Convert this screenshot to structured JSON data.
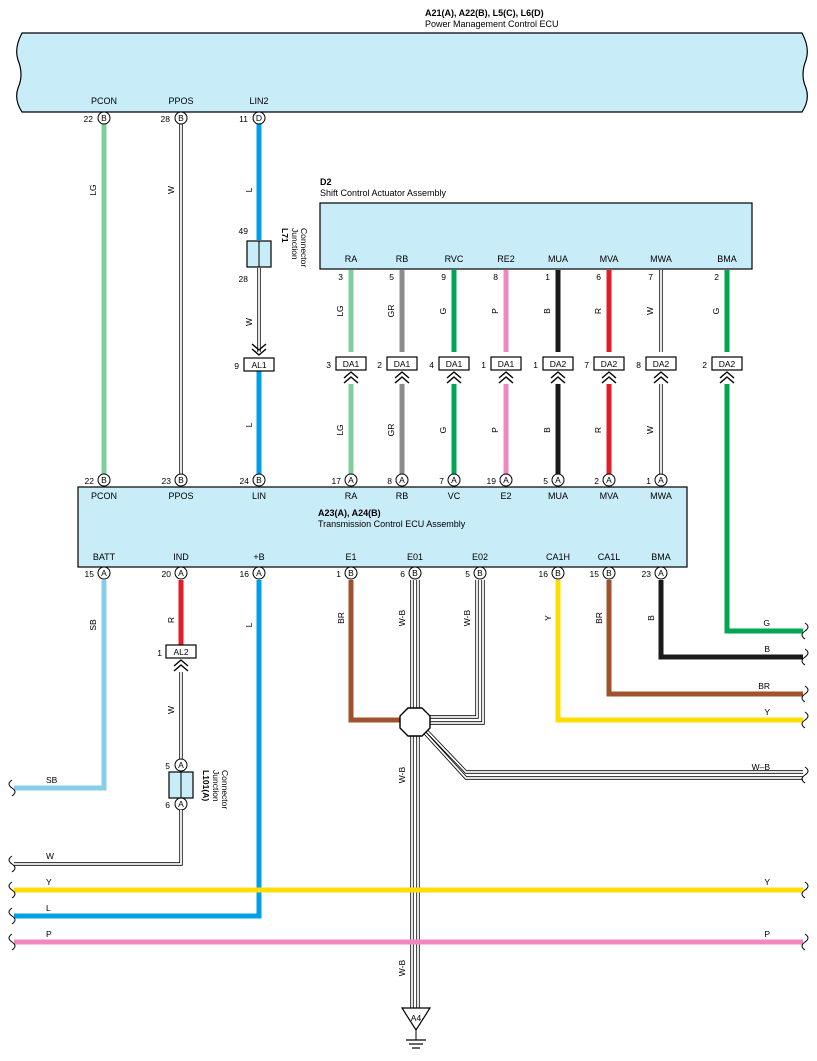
{
  "pm_ecu": {
    "code": "A21(A), A22(B), L5(C), L6(D)",
    "name": "Power Management Control ECU",
    "terminals": [
      {
        "name": "PCON",
        "pin": "22",
        "conn": "B"
      },
      {
        "name": "PPOS",
        "pin": "28",
        "conn": "B"
      },
      {
        "name": "LIN2",
        "pin": "11",
        "conn": "D"
      }
    ]
  },
  "actuator": {
    "code": "D2",
    "name": "Shift Control Actuator Assembly",
    "terminals": [
      {
        "name": "RA",
        "pin": "3"
      },
      {
        "name": "RB",
        "pin": "5"
      },
      {
        "name": "RVC",
        "pin": "9"
      },
      {
        "name": "RE2",
        "pin": "8"
      },
      {
        "name": "MUA",
        "pin": "1"
      },
      {
        "name": "MVA",
        "pin": "6"
      },
      {
        "name": "MWA",
        "pin": "7"
      },
      {
        "name": "BMA",
        "pin": "2"
      }
    ]
  },
  "inline_connectors": [
    {
      "pin": "3",
      "code": "DA1",
      "color": "LG"
    },
    {
      "pin": "2",
      "code": "DA1",
      "color": "GR"
    },
    {
      "pin": "4",
      "code": "DA1",
      "color": "G"
    },
    {
      "pin": "1",
      "code": "DA1",
      "color": "P"
    },
    {
      "pin": "1",
      "code": "DA2",
      "color": "B"
    },
    {
      "pin": "7",
      "code": "DA2",
      "color": "R"
    },
    {
      "pin": "8",
      "code": "DA2",
      "color": "W"
    },
    {
      "pin": "2",
      "code": "DA2",
      "color": "G"
    }
  ],
  "l71": {
    "code": "L71",
    "label1": "Junction",
    "label2": "Connector",
    "pin_top": "49",
    "pin_bottom": "28",
    "inline_pin": "9",
    "inline_code": "AL1"
  },
  "tcm": {
    "code": "A23(A), A24(B)",
    "name": "Transmission Control ECU Assembly",
    "top_terminals": [
      {
        "name": "PCON",
        "pin": "22",
        "conn": "B"
      },
      {
        "name": "PPOS",
        "pin": "23",
        "conn": "B"
      },
      {
        "name": "LIN",
        "pin": "24",
        "conn": "B"
      },
      {
        "name": "RA",
        "pin": "17",
        "conn": "A"
      },
      {
        "name": "RB",
        "pin": "8",
        "conn": "A"
      },
      {
        "name": "VC",
        "pin": "7",
        "conn": "A"
      },
      {
        "name": "E2",
        "pin": "19",
        "conn": "A"
      },
      {
        "name": "MUA",
        "pin": "5",
        "conn": "A"
      },
      {
        "name": "MVA",
        "pin": "2",
        "conn": "A"
      },
      {
        "name": "MWA",
        "pin": "1",
        "conn": "A"
      }
    ],
    "bottom_terminals": [
      {
        "name": "BATT",
        "pin": "15",
        "conn": "A"
      },
      {
        "name": "IND",
        "pin": "20",
        "conn": "A"
      },
      {
        "name": "+B",
        "pin": "16",
        "conn": "A"
      },
      {
        "name": "E1",
        "pin": "1",
        "conn": "B"
      },
      {
        "name": "E01",
        "pin": "6",
        "conn": "B"
      },
      {
        "name": "E02",
        "pin": "5",
        "conn": "B"
      },
      {
        "name": "CA1H",
        "pin": "16",
        "conn": "B"
      },
      {
        "name": "CA1L",
        "pin": "15",
        "conn": "B"
      },
      {
        "name": "BMA",
        "pin": "23",
        "conn": "A"
      }
    ]
  },
  "al2": {
    "pin": "1",
    "code": "AL2"
  },
  "l101": {
    "code": "L101(A)",
    "label1": "Junction",
    "label2": "Connector",
    "pin_top": "5",
    "pin_bottom": "6",
    "conn": "A"
  },
  "ground": {
    "code": "A4"
  },
  "wire_colors": {
    "pcon": "LG",
    "ppos": "W",
    "lin_top": "L",
    "lin_mid": "W",
    "lin_low": "L",
    "ra_up": "LG",
    "rb_up": "GR",
    "rvc_up": "G",
    "re2_up": "P",
    "mua_up": "B",
    "mva_up": "R",
    "mwa_up": "W",
    "bma_up": "G",
    "ra_lo": "LG",
    "rb_lo": "GR",
    "rvc_lo": "G",
    "re2_lo": "P",
    "mua_lo": "B",
    "mva_lo": "R",
    "mwa_lo": "W",
    "batt": "SB",
    "ind_up": "R",
    "ind_lo": "W",
    "plusb": "L",
    "e1": "BR",
    "e01": "W-B",
    "e02": "W-B",
    "ca1h": "Y",
    "ca1l": "BR",
    "bma_lo": "B",
    "gnd": "W-B"
  },
  "right_wires": [
    {
      "label": "G",
      "hex": "#00a651"
    },
    {
      "label": "B",
      "hex": "#1a1a1a"
    },
    {
      "label": "BR",
      "hex": "#a0522d"
    },
    {
      "label": "Y",
      "hex": "#ffdd00"
    },
    {
      "label": "W–B",
      "hex": "#ffffff"
    }
  ],
  "left_wires": [
    {
      "label": "SB",
      "hex": "#87ceeb"
    },
    {
      "label": "W",
      "hex": "#ffffff"
    },
    {
      "label": "Y",
      "hex": "#ffdd00"
    },
    {
      "label": "L",
      "hex": "#00a0e9"
    },
    {
      "label": "P",
      "hex": "#f088bf"
    }
  ],
  "bus_right_labels": {
    "y": "Y",
    "p": "P"
  },
  "colors": {
    "ecu_fill": "#c8ecf8",
    "LG": "#7fcf9c",
    "L": "#00a0e9",
    "G": "#00a651",
    "GR": "#8c8c8c",
    "P": "#f088bf",
    "B": "#1a1a1a",
    "R": "#e41e26",
    "SB": "#87ceeb",
    "BR": "#a0522d",
    "Y": "#ffdd00"
  }
}
